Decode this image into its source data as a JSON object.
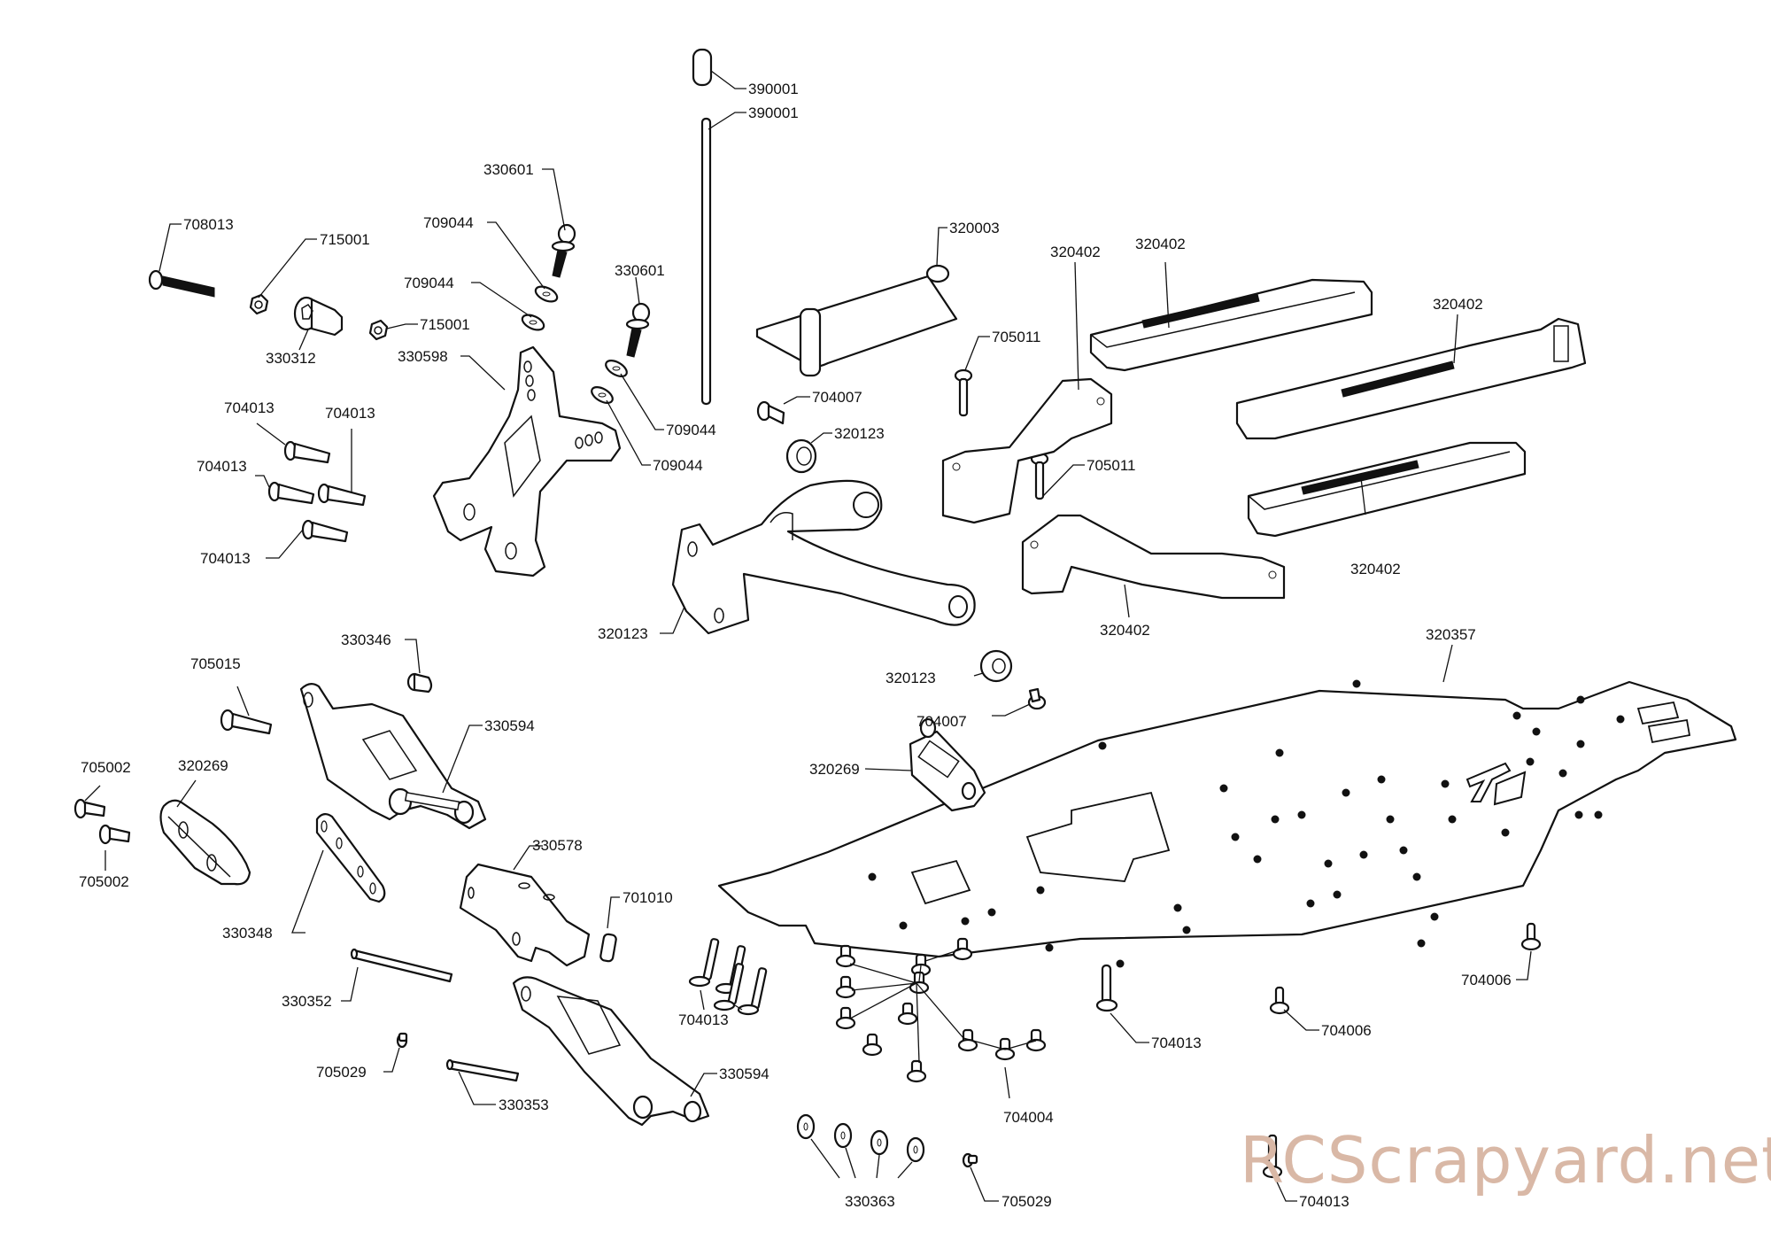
{
  "diagram": {
    "title": "Exploded parts view - chassis & rear suspension",
    "watermark": "RCScrapyard.net",
    "colors": {
      "line": "#111111",
      "background": "#ffffff",
      "watermark": "#d9b8a6"
    },
    "labels": [
      {
        "id": "l01",
        "text": "390001",
        "part": "pin-short"
      },
      {
        "id": "l02",
        "text": "390001",
        "part": "rod-long"
      },
      {
        "id": "l03",
        "text": "330601",
        "part": "ball-stud-upper"
      },
      {
        "id": "l04",
        "text": "708013",
        "part": "long-screw"
      },
      {
        "id": "l05",
        "text": "715001",
        "part": "nut-left"
      },
      {
        "id": "l06",
        "text": "709044",
        "part": "washer-a"
      },
      {
        "id": "l07",
        "text": "709044",
        "part": "washer-b"
      },
      {
        "id": "l08",
        "text": "330601",
        "part": "ball-stud-lower"
      },
      {
        "id": "l09",
        "text": "715001",
        "part": "nut-right"
      },
      {
        "id": "l10",
        "text": "330312",
        "part": "bushing"
      },
      {
        "id": "l11",
        "text": "330598",
        "part": "shock-tower"
      },
      {
        "id": "l12",
        "text": "709044",
        "part": "washer-c"
      },
      {
        "id": "l13",
        "text": "709044",
        "part": "washer-d"
      },
      {
        "id": "l14",
        "text": "704013",
        "part": "screw-a"
      },
      {
        "id": "l15",
        "text": "704013",
        "part": "screw-b"
      },
      {
        "id": "l16",
        "text": "704013",
        "part": "screw-c"
      },
      {
        "id": "l17",
        "text": "704013",
        "part": "screw-d"
      },
      {
        "id": "l18",
        "text": "320003",
        "part": "battery-plate"
      },
      {
        "id": "l19",
        "text": "704007",
        "part": "screw-704007-top"
      },
      {
        "id": "l20",
        "text": "320123",
        "part": "bearing-upper"
      },
      {
        "id": "l21",
        "text": "320123",
        "part": "bulkhead"
      },
      {
        "id": "l22",
        "text": "320123",
        "part": "bearing-lower"
      },
      {
        "id": "l23",
        "text": "704007",
        "part": "screw-704007-bottom"
      },
      {
        "id": "l24",
        "text": "705011",
        "part": "screw-705011-top"
      },
      {
        "id": "l25",
        "text": "705011",
        "part": "screw-705011-bottom"
      },
      {
        "id": "l26",
        "text": "320402",
        "part": "brace-upper"
      },
      {
        "id": "l27",
        "text": "320402",
        "part": "rail-upper"
      },
      {
        "id": "l28",
        "text": "320402",
        "part": "rail-middle"
      },
      {
        "id": "l29",
        "text": "320402",
        "part": "rail-lower"
      },
      {
        "id": "l30",
        "text": "320402",
        "part": "brace-lower"
      },
      {
        "id": "l31",
        "text": "320357",
        "part": "chassis-plate"
      },
      {
        "id": "l32",
        "text": "330346",
        "part": "spacer"
      },
      {
        "id": "l33",
        "text": "705015",
        "part": "screw-705015"
      },
      {
        "id": "l34",
        "text": "330594",
        "part": "arm-upper"
      },
      {
        "id": "l35",
        "text": "705002",
        "part": "screw-705002-a"
      },
      {
        "id": "l36",
        "text": "320269",
        "part": "bumper"
      },
      {
        "id": "l37",
        "text": "705002",
        "part": "screw-705002-b"
      },
      {
        "id": "l38",
        "text": "320269",
        "part": "servo-mount"
      },
      {
        "id": "l39",
        "text": "330578",
        "part": "arm-mount"
      },
      {
        "id": "l40",
        "text": "330348",
        "part": "link-plate"
      },
      {
        "id": "l41",
        "text": "701010",
        "part": "grub-screw"
      },
      {
        "id": "l42",
        "text": "330352",
        "part": "hinge-pin-a"
      },
      {
        "id": "l43",
        "text": "704013",
        "part": "screw-group-left"
      },
      {
        "id": "l44",
        "text": "705029",
        "part": "screw-705029-left"
      },
      {
        "id": "l45",
        "text": "330353",
        "part": "hinge-pin-b"
      },
      {
        "id": "l46",
        "text": "330594",
        "part": "arm-lower"
      },
      {
        "id": "l47",
        "text": "704013",
        "part": "screw-center"
      },
      {
        "id": "l48",
        "text": "704006",
        "part": "screw-704006-a"
      },
      {
        "id": "l49",
        "text": "704006",
        "part": "screw-704006-b"
      },
      {
        "id": "l50",
        "text": "704004",
        "part": "screw-group-704004"
      },
      {
        "id": "l51",
        "text": "330363",
        "part": "shims"
      },
      {
        "id": "l52",
        "text": "705029",
        "part": "screw-705029-right"
      },
      {
        "id": "l53",
        "text": "704013",
        "part": "screw-bottom-right"
      }
    ]
  }
}
